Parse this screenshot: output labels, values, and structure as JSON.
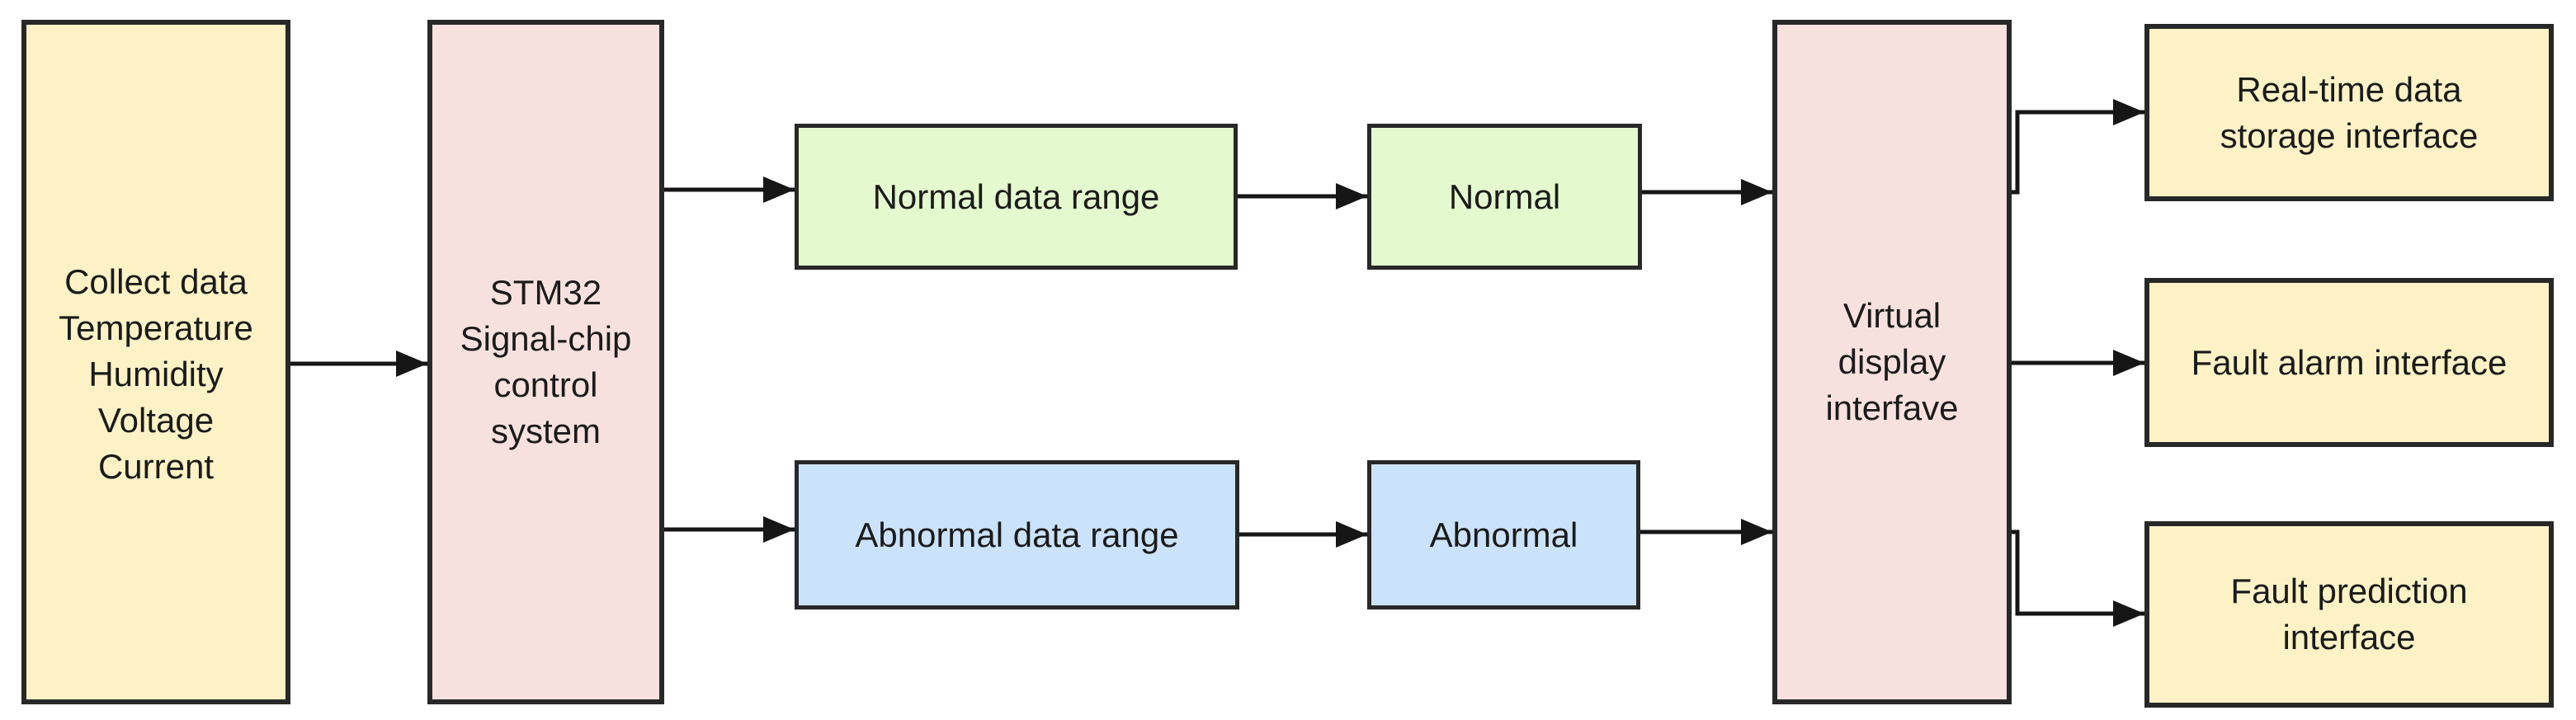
{
  "diagram": {
    "background": "#ffffff",
    "arrow_color": "#161616",
    "border_color": "#282828",
    "colors": {
      "input_yellow": "#fcf2c6",
      "controller_pink": "#f7e1de",
      "normal_green": "#e4f9ce",
      "abnormal_blue": "#cbe3fa"
    },
    "nodes": {
      "collect": {
        "label": "Collect data\nTemperature\nHumidity\nVoltage\nCurrent",
        "fill": "#fcf2c6"
      },
      "stm32": {
        "label": "STM32\nSignal-chip\ncontrol\nsystem",
        "fill": "#f7e1de"
      },
      "normal_range": {
        "label": "Normal data range",
        "fill": "#e4f9ce"
      },
      "normal": {
        "label": "Normal",
        "fill": "#e4f9ce"
      },
      "abnormal_range": {
        "label": "Abnormal data range",
        "fill": "#cbe3fa"
      },
      "abnormal": {
        "label": "Abnormal",
        "fill": "#cbe3fa"
      },
      "virtual": {
        "label": "Virtual\ndisplay\ninterfave",
        "fill": "#f7e1de"
      },
      "storage": {
        "label": "Real-time data\nstorage interface",
        "fill": "#fcf2c6"
      },
      "alarm": {
        "label": "Fault alarm interface",
        "fill": "#fcf2c6"
      },
      "prediction": {
        "label": "Fault prediction\ninterface",
        "fill": "#fcf2c6"
      }
    },
    "edges": [
      {
        "from": "collect",
        "to": "stm32"
      },
      {
        "from": "stm32",
        "to": "normal_range"
      },
      {
        "from": "stm32",
        "to": "abnormal_range"
      },
      {
        "from": "normal_range",
        "to": "normal"
      },
      {
        "from": "abnormal_range",
        "to": "abnormal"
      },
      {
        "from": "normal",
        "to": "virtual"
      },
      {
        "from": "abnormal",
        "to": "virtual"
      },
      {
        "from": "virtual",
        "to": "storage"
      },
      {
        "from": "virtual",
        "to": "alarm"
      },
      {
        "from": "virtual",
        "to": "prediction"
      }
    ]
  }
}
